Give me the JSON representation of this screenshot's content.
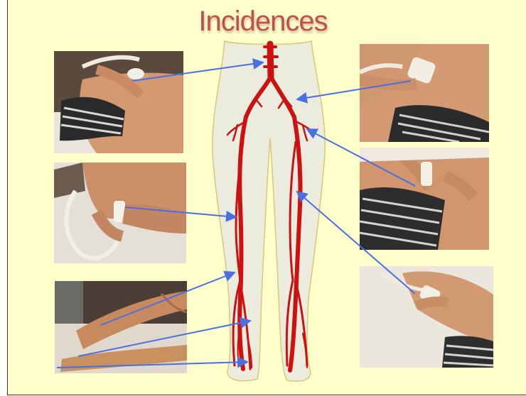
{
  "title": "Incidences",
  "colors": {
    "background": "#ffffcc",
    "title": "#c0504d",
    "artery": "#cc1111",
    "leg_fill": "#ececde",
    "arrow": "#4a6fe0",
    "skin": "#c98a63",
    "sheet": "#ebe6de"
  },
  "photos": [
    {
      "id": "probe-abdomen",
      "icon": "ultrasound-probe"
    },
    {
      "id": "probe-groin-thigh",
      "icon": "ultrasound-probe"
    },
    {
      "id": "lower-leg",
      "icon": "leg"
    },
    {
      "id": "probe-lower-abdomen",
      "icon": "ultrasound-probe"
    },
    {
      "id": "probe-groin",
      "icon": "ultrasound-probe"
    },
    {
      "id": "probe-inner-thigh",
      "icon": "ultrasound-probe"
    }
  ]
}
